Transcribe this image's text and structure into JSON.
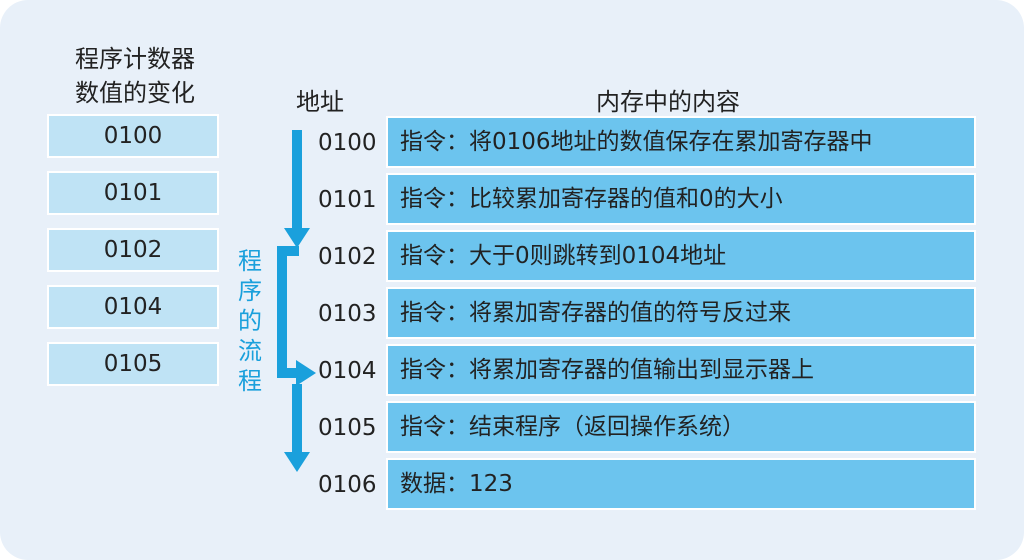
{
  "headers": {
    "pc_line1": "程序计数器",
    "pc_line2": "数值的变化",
    "address": "地址",
    "memory": "内存中的内容"
  },
  "pc_values": [
    "0100",
    "0101",
    "0102",
    "0104",
    "0105"
  ],
  "memory": [
    {
      "address": "0100",
      "content": "指令：将0106地址的数值保存在累加寄存器中"
    },
    {
      "address": "0101",
      "content": "指令：比较累加寄存器的值和0的大小"
    },
    {
      "address": "0102",
      "content": "指令：大于0则跳转到0104地址"
    },
    {
      "address": "0103",
      "content": "指令：将累加寄存器的值的符号反过来"
    },
    {
      "address": "0104",
      "content": "指令：将累加寄存器的值输出到显示器上"
    },
    {
      "address": "0105",
      "content": "指令：结束程序（返回操作系统）"
    },
    {
      "address": "0106",
      "content": "数据：123"
    }
  ],
  "flow_label": [
    "程",
    "序",
    "的",
    "流",
    "程"
  ],
  "colors": {
    "background": "#e8f0f9",
    "pc_box": "#bfe3f5",
    "memory_row": "#6cc4ee",
    "arrow": "#1aa0dc"
  }
}
